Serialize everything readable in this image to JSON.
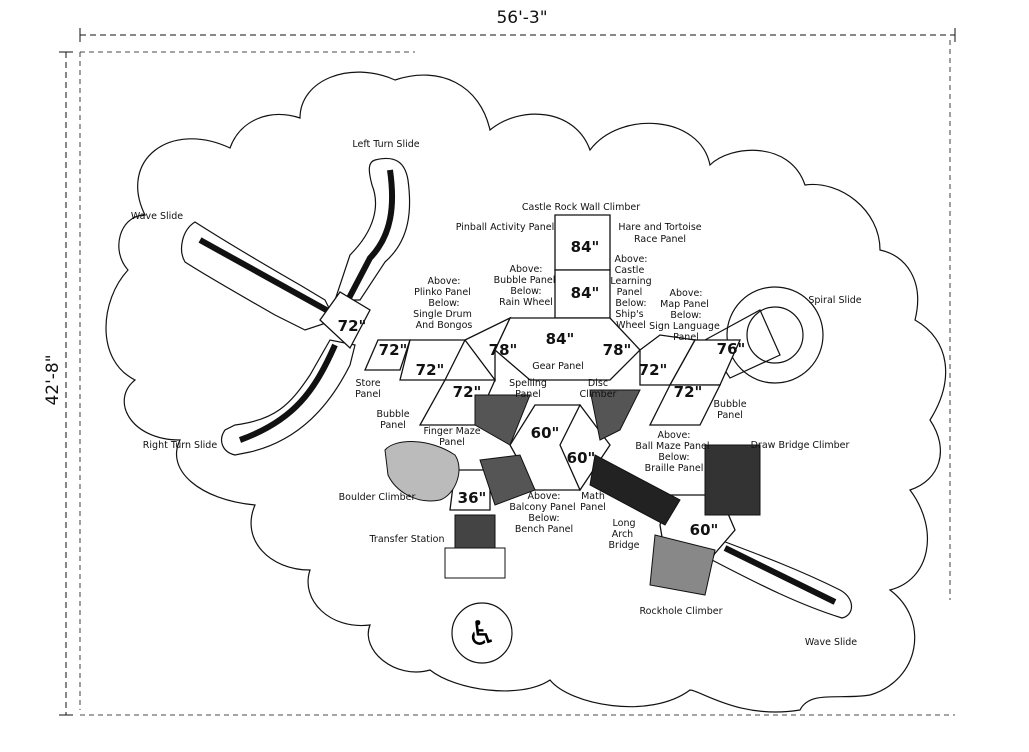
{
  "dimensions": {
    "width_label": "56'-3\"",
    "height_label": "42'-8\""
  },
  "heights": {
    "h84_top": "84\"",
    "h84_mid": "84\"",
    "h84_deck": "84\"",
    "h78_left": "78\"",
    "h78_right": "78\"",
    "h72_left_slide": "72\"",
    "h72_a": "72\"",
    "h72_b": "72\"",
    "h72_c": "72\"",
    "h72_d": "72\"",
    "h72_e": "72\"",
    "h76": "76\"",
    "h60_a": "60\"",
    "h60_b": "60\"",
    "h60_c": "60\"",
    "h36": "36\""
  },
  "labels": {
    "left_turn_slide": "Left Turn Slide",
    "wave_slide_left": "Wave Slide",
    "right_turn_slide": "Right Turn Slide",
    "castle_rock": "Castle Rock Wall Climber",
    "pinball": "Pinball Activity Panel",
    "hare": [
      "Hare and Tortoise",
      "Race Panel"
    ],
    "above_castle": [
      "Above:",
      "Castle",
      "Learning",
      "Panel",
      "Below:",
      "Ship's",
      "Wheel"
    ],
    "above_bubble": [
      "Above:",
      "Bubble Panel",
      "Below:",
      "Rain Wheel"
    ],
    "above_plinko": [
      "Above:",
      "Plinko Panel",
      "Below:",
      "Single Drum",
      "And Bongos"
    ],
    "above_map": [
      "Above:",
      "Map Panel",
      "Below:",
      "Sign Language",
      "Panel"
    ],
    "spiral_slide": "Spiral Slide",
    "gear_panel": "Gear Panel",
    "spelling_panel": [
      "Spelling",
      "Panel"
    ],
    "disc_climber": [
      "Disc",
      "Climber"
    ],
    "store_panel": [
      "Store",
      "Panel"
    ],
    "bubble_panel_left": [
      "Bubble",
      "Panel"
    ],
    "bubble_panel_right": [
      "Bubble",
      "Panel"
    ],
    "finger_maze": [
      "Finger Maze",
      "Panel"
    ],
    "ball_maze": [
      "Above:",
      "Ball Maze Panel",
      "Below:",
      "Braille Panel"
    ],
    "draw_bridge": "Draw Bridge Climber",
    "boulder": "Boulder Climber",
    "transfer": "Transfer Station",
    "balcony": [
      "Above:",
      "Balcony Panel",
      "Below:",
      "Bench Panel"
    ],
    "math_panel": [
      "Math",
      "Panel"
    ],
    "long_arch": [
      "Long",
      "Arch",
      "Bridge"
    ],
    "rockhole": "Rockhole Climber",
    "wave_slide_right": "Wave Slide"
  }
}
